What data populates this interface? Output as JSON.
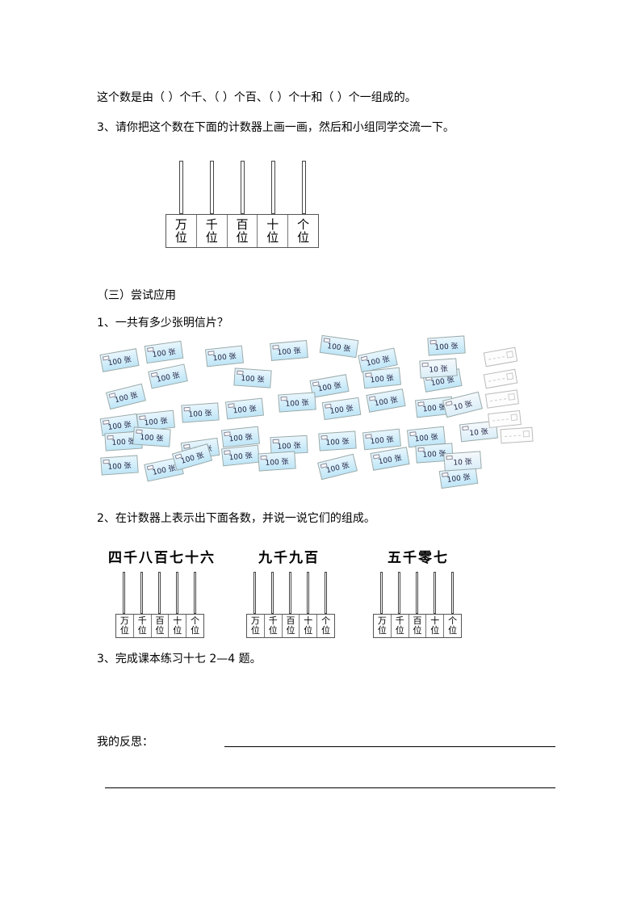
{
  "lines": {
    "composition": "这个数是由（    ）个千、（    ）个百、（    ）个十和（    ）个一组成的。",
    "q3_draw": "3、请你把这个数在下面的计数器上画一画，然后和小组同学交流一下。",
    "section_title": "（三）尝试应用",
    "q1_postcards": "1、一共有多少张明信片？",
    "q2_abacus": "2、在计数器上表示出下面各数，并说一说它们的组成。",
    "q3_textbook": "3、完成课本练习十七 2—4 题。",
    "reflection_label": "我的反思："
  },
  "place_values": [
    {
      "top": "万",
      "bottom": "位"
    },
    {
      "top": "千",
      "bottom": "位"
    },
    {
      "top": "百",
      "bottom": "位"
    },
    {
      "top": "十",
      "bottom": "位"
    },
    {
      "top": "个",
      "bottom": "位"
    }
  ],
  "numbers_in_words": [
    "四千八百七十六",
    "九千九百",
    "五千零七"
  ],
  "card_labels": {
    "hundred": "100 张",
    "ten": "10 张"
  },
  "postcard_counts": {
    "hundred_bundles": 38,
    "ten_bundles": 4,
    "single_postcards": 5
  }
}
